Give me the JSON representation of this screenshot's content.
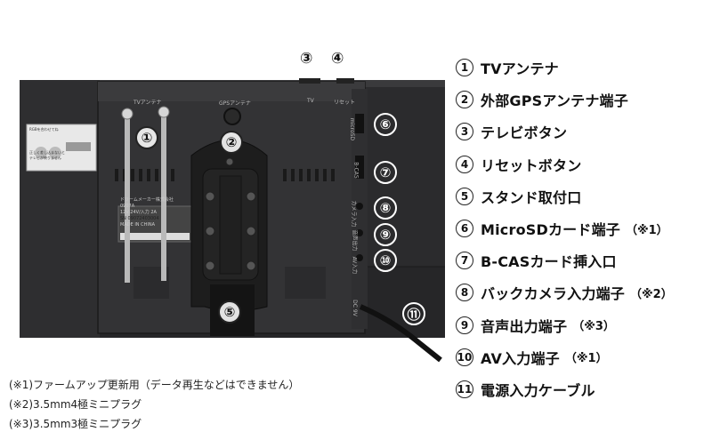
{
  "photo": {
    "port_labels": {
      "tv_antenna": "TVアンテナ",
      "gps_antenna": "GPSアンテナ",
      "tv": "TV",
      "reset": "リセット",
      "microsd": "microSD",
      "bcas": "B-CAS",
      "camera_in": "カメラ入力",
      "audio_out": "音声出力",
      "av_in": "AV入力",
      "dc": "DC 9V"
    },
    "rating_plate": {
      "maker": "ドリームメーカー株式会社",
      "model": "0907A",
      "power": "12V-24V/入力 2A",
      "serial": "SN 09072403004",
      "origin": "MADE IN CHINA"
    },
    "sticker": {
      "line1": "RGBを合わせてね",
      "line2": "正しく差し込まないと",
      "line3": "テレビが映りません"
    },
    "callouts": [
      "①",
      "②",
      "③",
      "④",
      "⑤",
      "⑥",
      "⑦",
      "⑧",
      "⑨",
      "⑩",
      "⑪"
    ]
  },
  "legend": [
    {
      "num": "1",
      "label": "TVアンテナ",
      "note": ""
    },
    {
      "num": "2",
      "label": "外部GPSアンテナ端子",
      "note": ""
    },
    {
      "num": "3",
      "label": "テレビボタン",
      "note": ""
    },
    {
      "num": "4",
      "label": "リセットボタン",
      "note": ""
    },
    {
      "num": "5",
      "label": "スタンド取付口",
      "note": ""
    },
    {
      "num": "6",
      "label": "MicroSDカード端子",
      "note": "（※1）"
    },
    {
      "num": "7",
      "label": "B-CASカード挿入口",
      "note": ""
    },
    {
      "num": "8",
      "label": "バックカメラ入力端子",
      "note": "（※2）"
    },
    {
      "num": "9",
      "label": "音声出力端子",
      "note": "（※3）"
    },
    {
      "num": "10",
      "label": "AV入力端子",
      "note": "（※1）"
    },
    {
      "num": "11",
      "label": "電源入力ケーブル",
      "note": ""
    }
  ],
  "footnotes": [
    "(※1)ファームアップ更新用（データ再生などはできません）",
    "(※2)3.5mm4極ミニプラグ",
    "(※3)3.5mm3極ミニプラグ"
  ],
  "colors": {
    "body": "#2a2a2c",
    "panel": "#3a3a3c",
    "stand": "#1c1c1c",
    "text": "#111111"
  }
}
